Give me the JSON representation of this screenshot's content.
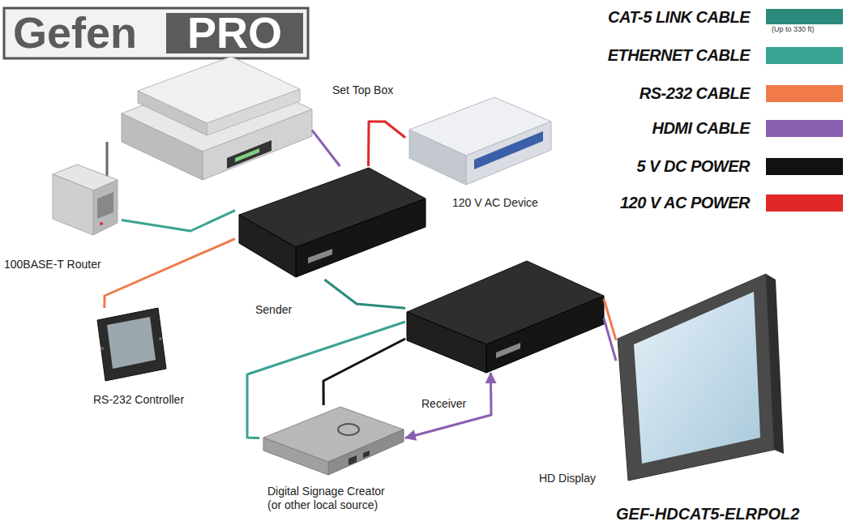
{
  "diagram": {
    "caption": "GEF-HDCAT5-ELRPOL2",
    "nodes": [
      {
        "text": [
          "Set Top Box"
        ]
      },
      {
        "text": [
          "120 V AC Device"
        ]
      },
      {
        "text": [
          "100BASE-T Router"
        ]
      },
      {
        "text": [
          "Sender"
        ]
      },
      {
        "text": [
          "RS-232 Controller"
        ]
      },
      {
        "text": [
          "Receiver"
        ]
      },
      {
        "text": [
          "Digital Signage Creator (or other local source)"
        ]
      },
      {
        "text": [
          "HD Display"
        ]
      }
    ],
    "edges": [
      {
        "from": 0,
        "to": 3,
        "arrow": "none"
      },
      {
        "from": 1,
        "to": 3,
        "arrow": "none"
      },
      {
        "from": 2,
        "to": 3,
        "arrow": "none"
      },
      {
        "from": 4,
        "to": 3,
        "arrow": "none"
      },
      {
        "from": 3,
        "to": 5,
        "arrow": "none"
      },
      {
        "from": 5,
        "to": 7,
        "arrow": "none"
      },
      {
        "from": 5,
        "to": 7,
        "arrow": "none"
      },
      {
        "from": 6,
        "to": 5,
        "arrow": "none"
      },
      {
        "from": 6,
        "to": 5,
        "arrow": "none"
      },
      {
        "from": 6,
        "to": 5,
        "arrow": "both"
      }
    ],
    "labels": [
      "Gefen",
      "PRO",
      "(Up to 330 ft)"
    ],
    "legend": [
      {
        "text": "CAT-5 LINK CABLE",
        "color": "#2b8a7c"
      },
      {
        "text": "ETHERNET CABLE",
        "color": "#3aa394"
      },
      {
        "text": "RS-232 CABLE",
        "color": "#f07a4a"
      },
      {
        "text": "HDMI CABLE",
        "color": "#8b5fb0"
      },
      {
        "text": "5 V DC POWER",
        "color": "#111111"
      },
      {
        "text": "120 V AC POWER",
        "color": "#e02828"
      }
    ]
  }
}
